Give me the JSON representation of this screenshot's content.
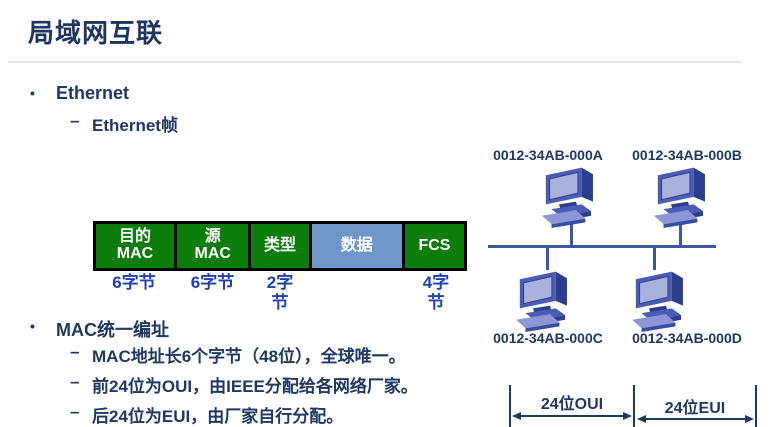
{
  "title": "局域网互联",
  "bullet_ethernet": {
    "marker": "•",
    "label": "Ethernet"
  },
  "bullet_ethernet_sub": {
    "marker": "–",
    "label": "Ethernet帧"
  },
  "bullet_mac": {
    "marker": "•",
    "label": "MAC统一编址"
  },
  "mac_subs": [
    {
      "marker": "–",
      "text": "MAC地址长6个字节（48位），全球唯一。"
    },
    {
      "marker": "–",
      "text": "前24位为OUI，由IEEE分配给各网络厂家。"
    },
    {
      "marker": "–",
      "text": "后24位为EUI，由厂家自行分配。"
    }
  ],
  "frame_table": {
    "cells": [
      {
        "line1": "目的",
        "line2": "MAC",
        "fill": "#0a7d0a"
      },
      {
        "line1": "源",
        "line2": "MAC",
        "fill": "#0a7d0a"
      },
      {
        "line1": "类型",
        "line2": "",
        "fill": "#0a7d0a"
      },
      {
        "line1": "数据",
        "line2": "",
        "fill": "#6e96c8"
      },
      {
        "line1": "FCS",
        "line2": "",
        "fill": "#0a7d0a"
      }
    ],
    "byte_labels": [
      {
        "line1": "6字节",
        "line2": ""
      },
      {
        "line1": "6字节",
        "line2": ""
      },
      {
        "line1": "2字",
        "line2": "节"
      },
      {
        "line1": "4字",
        "line2": "节"
      }
    ],
    "border_color": "#000000"
  },
  "network": {
    "hosts": [
      {
        "mac": "0012-34AB-000A"
      },
      {
        "mac": "0012-34AB-000B"
      },
      {
        "mac": "0012-34AB-000C"
      },
      {
        "mac": "0012-34AB-000D"
      }
    ],
    "line_color": "#3c57a5"
  },
  "dimension": {
    "oui_label": "24位OUI",
    "eui_label": "24位EUI",
    "color": "#1f3864"
  },
  "colors": {
    "title": "#1c3660",
    "body_text": "#1f3864",
    "byte_label_blue": "#1e40b4",
    "cell_green": "#0a7d0a",
    "cell_data_blue": "#6e96c8",
    "divider_gray": "#e6e6e6"
  }
}
